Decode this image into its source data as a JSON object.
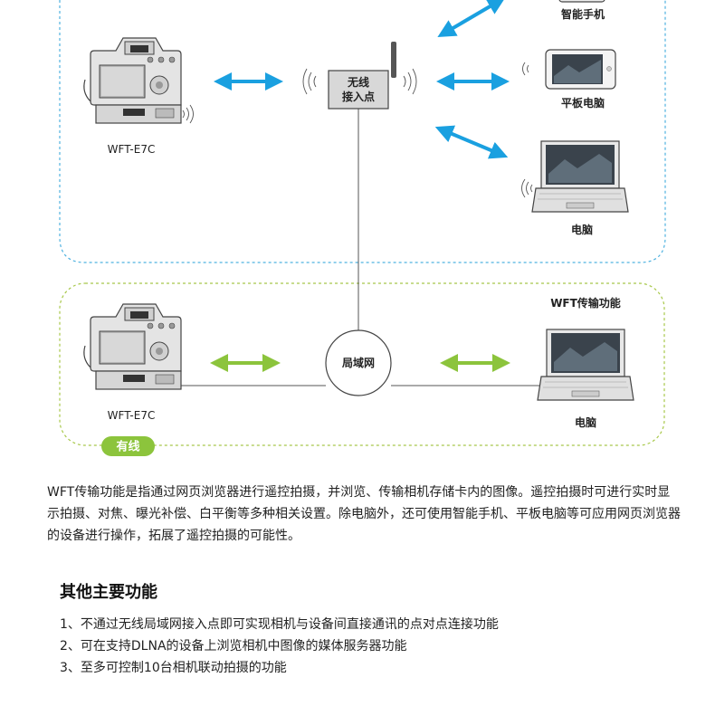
{
  "diagram": {
    "camera_top_label": "WFT-E7C",
    "camera_bottom_label": "WFT-E7C",
    "access_point_label_line1": "无线",
    "access_point_label_line2": "接入点",
    "smartphone_label": "智能手机",
    "tablet_label": "平板电脑",
    "computer_top_label": "电脑",
    "lan_label": "局域网",
    "wft_function_label": "WFT传输功能",
    "computer_bottom_label": "电脑",
    "wired_badge": "有线",
    "colors": {
      "wireless_arrow": "#1aa0e0",
      "wired_arrow": "#8cc43c",
      "wireless_border": "#4fb2e0",
      "wired_border": "#a8c84a",
      "badge": "#8cc43c"
    }
  },
  "description": "WFT传输功能是指通过网页浏览器进行遥控拍摄，并浏览、传输相机存储卡内的图像。遥控拍摄时可进行实时显示拍摄、对焦、曝光补偿、白平衡等多种相关设置。除电脑外，还可使用智能手机、平板电脑等可应用网页浏览器的设备进行操作，拓展了遥控拍摄的可能性。",
  "other_features": {
    "title": "其他主要功能",
    "items": [
      "1、不通过无线局域网接入点即可实现相机与设备间直接通讯的点对点连接功能",
      "2、可在支持DLNA的设备上浏览相机中图像的媒体服务器功能",
      "3、至多可控制10台相机联动拍摄的功能"
    ]
  }
}
